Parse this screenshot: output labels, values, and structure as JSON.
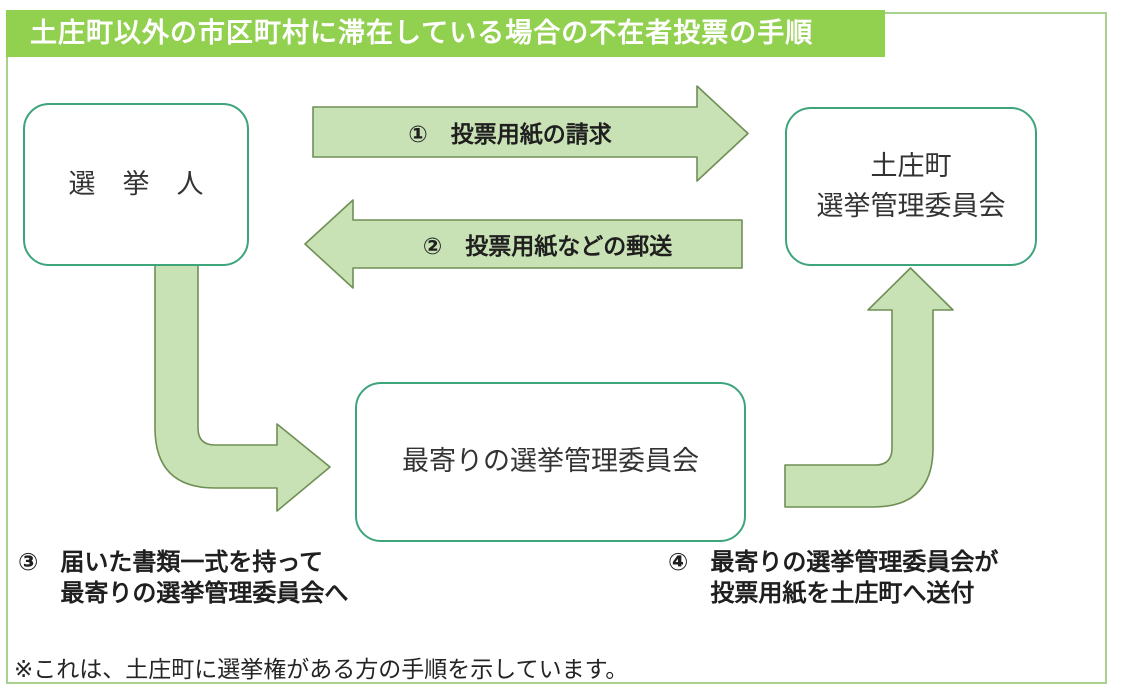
{
  "title": "土庄町以外の市区町村に滞在している場合の不在者投票の手順",
  "boxes": {
    "elector": "選　挙　人",
    "tonosho_line1": "土庄町",
    "tonosho_line2": "選挙管理委員会",
    "nearest": "最寄りの選挙管理委員会"
  },
  "arrows": {
    "step1_label": "①　投票用紙の請求",
    "step2_label": "②　投票用紙などの郵送"
  },
  "steps": {
    "step3_num": "③",
    "step3_line1": "届いた書類一式を持って",
    "step3_line2": "最寄りの選挙管理委員会へ",
    "step4_num": "④",
    "step4_line1": "最寄りの選挙管理委員会が",
    "step4_line2": "投票用紙を土庄町へ送付"
  },
  "note": "※これは、土庄町に選挙権がある方の手順を示しています。",
  "colors": {
    "title_bg": "#92d050",
    "title_text": "#ffffff",
    "arrow_fill": "#c9e2b5",
    "arrow_stroke": "#6f8f55",
    "box_border": "#3ea57b",
    "outer_border": "#a9d18e"
  }
}
